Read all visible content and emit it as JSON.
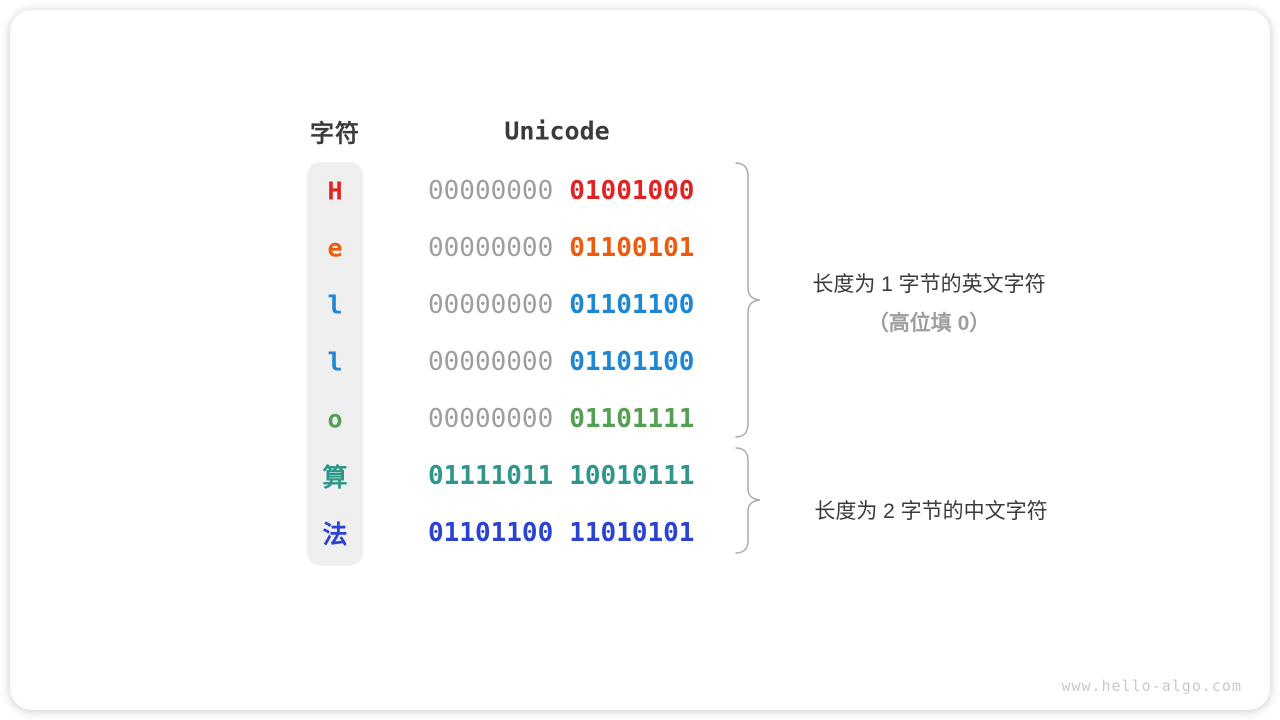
{
  "header": {
    "char_label": "字符",
    "unicode_label": "Unicode"
  },
  "colors": {
    "red": "#e02424",
    "orange": "#ed5c0c",
    "blue": "#1e87d5",
    "green": "#549f52",
    "teal": "#2f968a",
    "indigo": "#2b44d0",
    "gray_digits": "#9e9e9e",
    "text_dark": "#3b3b3b",
    "annotation_gray": "#9e9e9e",
    "brace": "#ababab",
    "char_column_bg": "#efefef",
    "watermark_gray": "#c9c9c9"
  },
  "table": {
    "rows": [
      {
        "char": "H",
        "char_color": "#e02424",
        "byte1": "00000000",
        "byte1_color": "#9e9e9e",
        "byte2": "01001000",
        "byte2_color": "#e02424"
      },
      {
        "char": "e",
        "char_color": "#ed5c0c",
        "byte1": "00000000",
        "byte1_color": "#9e9e9e",
        "byte2": "01100101",
        "byte2_color": "#ed5c0c"
      },
      {
        "char": "l",
        "char_color": "#1e87d5",
        "byte1": "00000000",
        "byte1_color": "#9e9e9e",
        "byte2": "01101100",
        "byte2_color": "#1e87d5"
      },
      {
        "char": "l",
        "char_color": "#1e87d5",
        "byte1": "00000000",
        "byte1_color": "#9e9e9e",
        "byte2": "01101100",
        "byte2_color": "#1e87d5"
      },
      {
        "char": "o",
        "char_color": "#549f52",
        "byte1": "00000000",
        "byte1_color": "#9e9e9e",
        "byte2": "01101111",
        "byte2_color": "#549f52"
      },
      {
        "char": "算",
        "char_color": "#2f968a",
        "byte1": "01111011",
        "byte1_color": "#2f968a",
        "byte2": "10010111",
        "byte2_color": "#2f968a"
      },
      {
        "char": "法",
        "char_color": "#2b44d0",
        "byte1": "01101100",
        "byte1_color": "#2b44d0",
        "byte2": "11010101",
        "byte2_color": "#2b44d0"
      }
    ]
  },
  "annotations": {
    "group1_line1": "长度为 1 字节的英文字符",
    "group1_line2": "（高位填 0）",
    "group2_line1": "长度为 2 字节的中文字符"
  },
  "watermark": "www.hello-algo.com"
}
